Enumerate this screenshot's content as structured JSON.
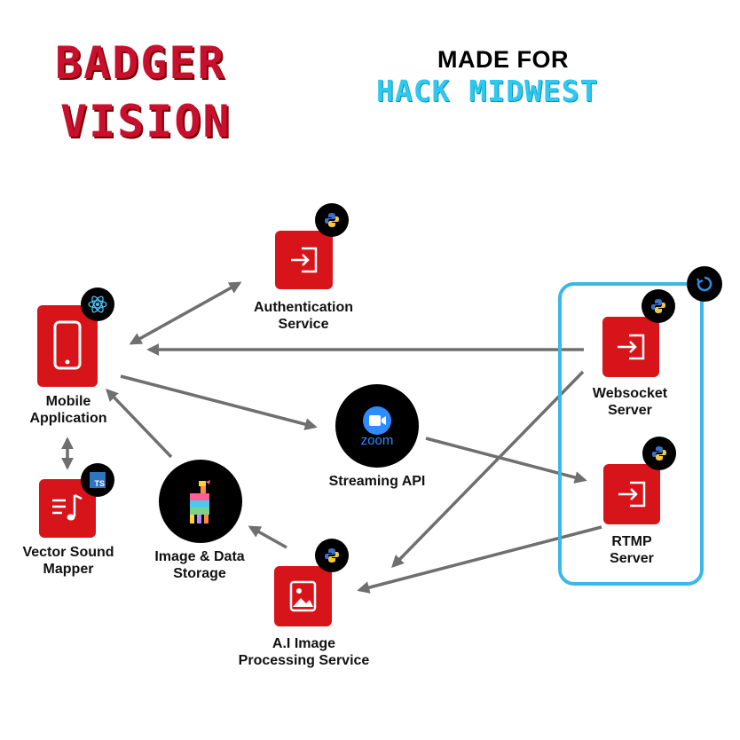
{
  "header": {
    "title_line1": "BADGER",
    "title_line2": "VISION",
    "made_for": "MADE FOR",
    "event": "HACK MIDWEST"
  },
  "nodes": {
    "auth": {
      "label": "Authentication\nService"
    },
    "mobile": {
      "label": "Mobile\nApplication"
    },
    "streaming": {
      "label": "Streaming API",
      "logo_text": "zoom"
    },
    "websocket": {
      "label": "Websocket\nServer"
    },
    "rtmp": {
      "label": "RTMP\nServer"
    },
    "vector": {
      "label": "Vector Sound\nMapper",
      "badge_text": "TS"
    },
    "storage": {
      "label": "Image & Data\nStorage"
    },
    "ai": {
      "label": "A.I Image\nProcessing Service"
    }
  },
  "colors": {
    "brand_red": "#d7141a",
    "server_frame": "#3ab8e6",
    "arrow_gray": "#6f6f6f",
    "zoom_blue": "#2d8cff"
  },
  "icons": {
    "auth": "login-icon",
    "mobile": "smartphone-icon",
    "websocket": "login-icon",
    "rtmp": "login-icon",
    "vector": "music-list-icon",
    "ai": "image-icon",
    "storage": "pinata-icon",
    "streaming": "zoom-camera-icon",
    "badges": [
      "python-icon",
      "react-icon",
      "typescript-icon",
      "refresh-icon"
    ]
  }
}
